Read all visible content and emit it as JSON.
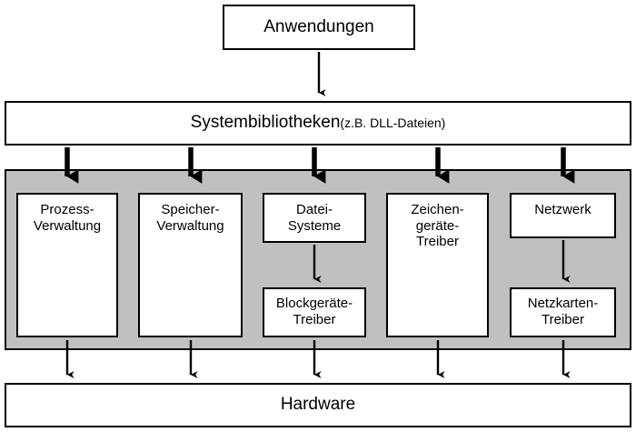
{
  "diagram": {
    "title_box": {
      "label": "Anwendungen"
    },
    "library_box": {
      "label": "Systembibliotheken",
      "sub_label": "(z.B. DLL-Dateien)"
    },
    "hardware_box": {
      "label": "Hardware"
    },
    "kernel_region": {
      "fill_color": "#c0c0c0",
      "border_color": "#000000"
    },
    "services": [
      {
        "label": "Prozess-\nVerwaltung"
      },
      {
        "label": "Speicher-\nVerwaltung"
      },
      {
        "label": "Datei-\nSysteme"
      },
      {
        "label": "Zeichen-\ngeräte-\nTreiber"
      },
      {
        "label": "Netzwerk"
      }
    ],
    "drivers": [
      {
        "label": "Blockgeräte-\nTreiber"
      },
      {
        "label": "Netzkarten-\nTreiber"
      }
    ],
    "arrow_color": "#000000",
    "box_fill": "#ffffff"
  }
}
